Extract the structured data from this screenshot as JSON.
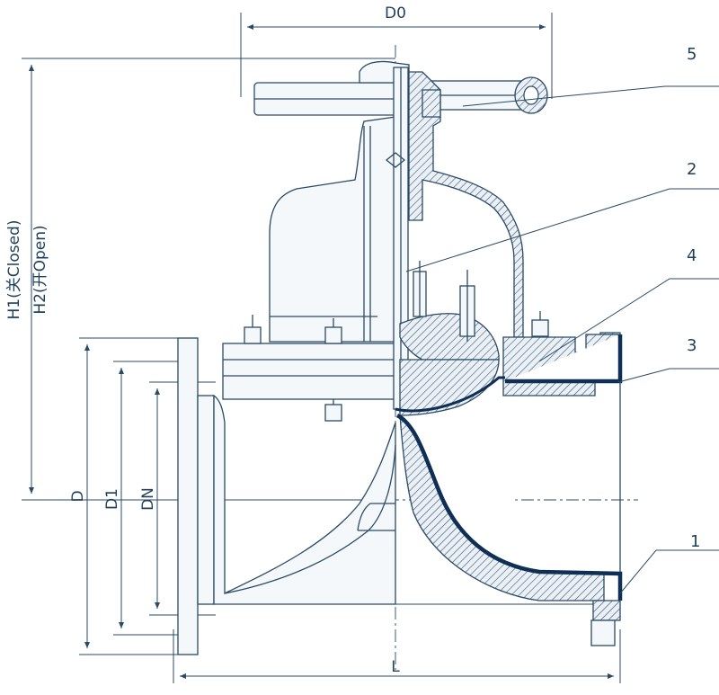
{
  "dimensions": {
    "d0": "D0",
    "h1": "H1(关Closed)",
    "h2": "H2(开Open)",
    "d": "D",
    "d1": "D1",
    "dn": "DN",
    "l": "L"
  },
  "callouts": [
    "5",
    "2",
    "4",
    "3",
    "1"
  ],
  "colors": {
    "line": "#2a4a66",
    "lining": "#0f2f55",
    "text": "#1f3f5a"
  }
}
